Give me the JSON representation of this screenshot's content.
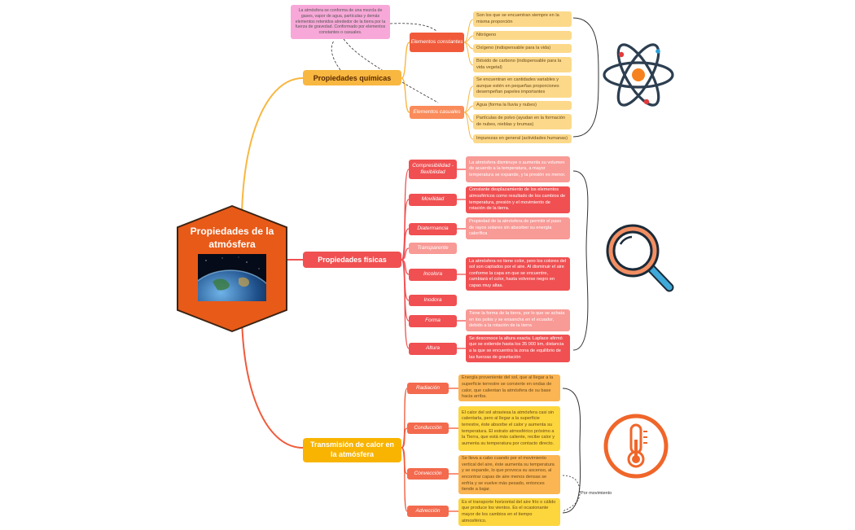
{
  "root": {
    "title": "Propiedades de la atmósfera",
    "image": "earth-from-space"
  },
  "branches": {
    "quimicas": {
      "label": "Propiedades químicas",
      "note": "La atmósfera se conforma de una mezcla de gases, vapor de agua, partículas y demás elementos retenidos alrededor de la tierra por la fuerza de gravedad. Conformado por elementos constantes o casuales.",
      "constantes": {
        "label": "Elementos constantes",
        "items": [
          "Son los que se encuentran siempre en la misma proporción",
          "Nitrógeno",
          "Oxígeno (indispensable para la vida)",
          "Bióxido de carbono (indispensable para la vida vegetal)"
        ]
      },
      "casuales": {
        "label": "Elementos casuales",
        "items": [
          "Se encuentran en cantidades variables y aunque estén en pequeñas proporciones desempeñan papeles importantes",
          "Agua (forma la lluvia y nubes)",
          "Partículas de polvo (ayudan en la formación de nubes, nieblas y brumas)",
          "Impurezas en general (actividades humanas)"
        ]
      }
    },
    "fisicas": {
      "label": "Propiedades físicas",
      "items": [
        {
          "label": "Compresibilidad -flexibilidad",
          "desc": "La atmósfera disminuye o aumenta su volumen de acuerdo a la temperatura, a mayor temperatura se expande, y la presión es menor."
        },
        {
          "label": "Movilidad",
          "desc": "Constante desplazamiento de los elementos atmosféricos como resultado de los cambios de temperatura, presión y el movimiento de rotación de la tierra."
        },
        {
          "label": "Diatermancia",
          "desc": "Propiedad de la atmósfera de permitir el paso de rayos solares sin absorber su energía calorífica"
        },
        {
          "label": "Transparente",
          "desc": ""
        },
        {
          "label": "Incolora",
          "desc": "La atmósfera no tiene color, pero los colores del sol son captados por el aire. Al disminuir el aire conforme la capa en que se encuentre, cambiará el color, hasta volverse negro en capas muy altas."
        },
        {
          "label": "Inodora",
          "desc": ""
        },
        {
          "label": "Forma",
          "desc": "Tiene la forma de la tierra, por lo que se achata en los polos y se ensancha en el ecuador, debido a la rotación de la tierra"
        },
        {
          "label": "Altura",
          "desc": "Se desconoce la altura exacta. Laplace afirmó que se extiende hasta los 35 000 km, distancia a la que se encuentra la zona de equilibrio de las fuerzas de gravitación"
        }
      ]
    },
    "transmision": {
      "label": "Transmisión de calor en la atmósfera",
      "items": [
        {
          "label": "Radiación",
          "desc": "Energía proveniente del sol, que al llegar a la superficie terrestre se convierte en ondas de calor, que calientan la atmósfera de su base hacia arriba."
        },
        {
          "label": "Conducción",
          "desc": "El calor del sol atraviesa la atmósfera casi sin calentarla, pero al llegar a la superficie terrestre, éste absorbe el calor y aumenta su temperatura. El estrato atmosférico próximo a la Tierra, que está más caliente, recibe calor y aumenta su temperatura por contacto directo."
        },
        {
          "label": "Convección",
          "desc": "Se lleva a cabo cuando por el movimiento vertical del aire, éste aumenta su temperatura y se expande, lo que provoca su ascenso, al encontrar capas de aire menos densas se enfría y se vuelve más pesado, entonces tiende a bajar."
        },
        {
          "label": "Advección",
          "desc": "Es el transporte horizontal del aire frío o cálido que produce los vientos. Es el ocasionante mayor de los cambios en el tiempo atmosférico."
        }
      ],
      "relation": "Por movimiento"
    }
  },
  "icons": [
    "atom-icon",
    "magnifier-icon",
    "thermometer-icon"
  ],
  "colors": {
    "root": "#e85a18",
    "quimicas": "#f8b740",
    "constantes": "#f05a3a",
    "quimicas_leaf": "#fcd98a",
    "fisicas": "#f05052",
    "fisicas_leaf_dark": "#f05052",
    "fisicas_leaf_light": "#f89a96",
    "transmision": "#f8b400",
    "transmision_sub": "#f36a4e",
    "transmision_leaf_orange": "#fbb552",
    "transmision_leaf_yellow": "#fcd63c",
    "note": "#f7a8d8"
  }
}
